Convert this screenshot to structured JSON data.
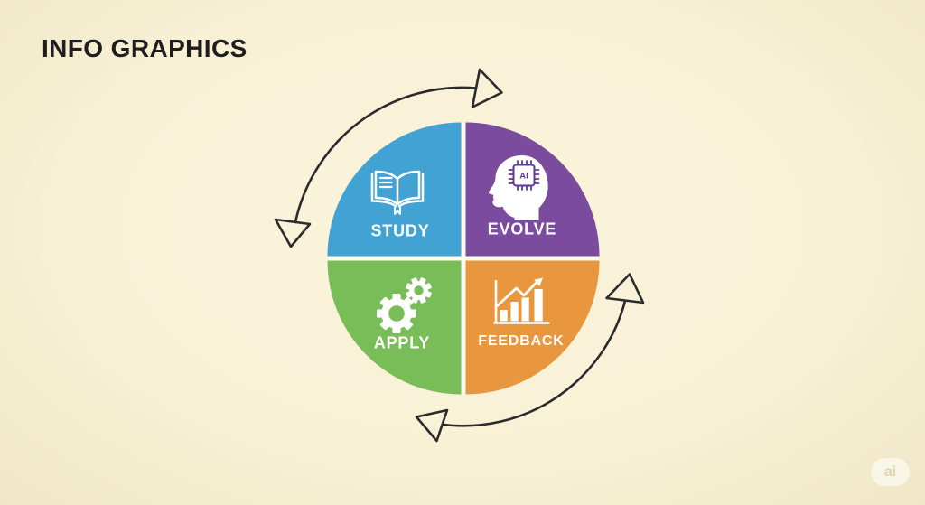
{
  "title": "INFO GRAPHICS",
  "watermark": {
    "label": "ai"
  },
  "colors": {
    "background": "#f8f1d6",
    "title": "#1e1e1e",
    "arrow": "#2b2b2b",
    "divider": "#fcf9ee",
    "label_text": "#ffffff",
    "chip": "#5f3b93"
  },
  "segments": [
    {
      "label": "STUDY",
      "position": "top-left",
      "color": "#42a2d4",
      "icon": "open-book-icon"
    },
    {
      "label": "EVOLVE",
      "position": "top-right",
      "color": "#7b4c9e",
      "icon": "ai-head-icon",
      "icon_text": "AI"
    },
    {
      "label": "APPLY",
      "position": "bottom-left",
      "color": "#79bd58",
      "icon": "gears-icon"
    },
    {
      "label": "FEEDBACK",
      "position": "bottom-right",
      "color": "#e8973e",
      "icon": "growth-chart-icon"
    }
  ],
  "arrows": [
    {
      "position": "top-left-arc",
      "type": "double-headed-curved-arrow"
    },
    {
      "position": "bottom-right-arc",
      "type": "double-headed-curved-arrow"
    }
  ]
}
